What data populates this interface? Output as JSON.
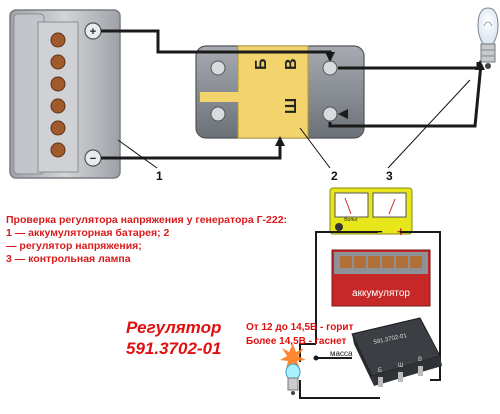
{
  "top": {
    "battery_plus": "+",
    "battery_minus": "−",
    "terminal_b": "Б",
    "terminal_v": "В",
    "terminal_sh": "Ш",
    "callouts": [
      "1",
      "2",
      "3"
    ]
  },
  "caption": {
    "title": "Проверка регулятора напряжения у генератора Г-222:",
    "line1": "1 — аккумуляторная батарея; 2",
    "line2": " — регулятор напряжения;",
    "line3": "3 — контрольная лампа"
  },
  "bottom": {
    "voltmeter_label": "Вольт",
    "battery_label": "аккумулятор",
    "meter_minus": "−",
    "meter_plus": "+",
    "regulator_title": "Регулятор",
    "regulator_code": "591.3702-01",
    "lamp_on": "От 12 до 14,5В - горит",
    "lamp_off": "Более 14,5В - гаснет",
    "ground_label": "масса",
    "chip_text": "591.3702-01",
    "chip_pins": [
      "Б",
      "Ш",
      "В"
    ]
  },
  "colors": {
    "battery_gray": "#b9bcc0",
    "regulator_gray": "#8a8f96",
    "regulator_yellow": "#f3d36b",
    "wire": "#1a1a1a",
    "voltmeter_yellow": "#e6e61a",
    "battery_red": "#c62828",
    "red_text": "#e01010"
  }
}
